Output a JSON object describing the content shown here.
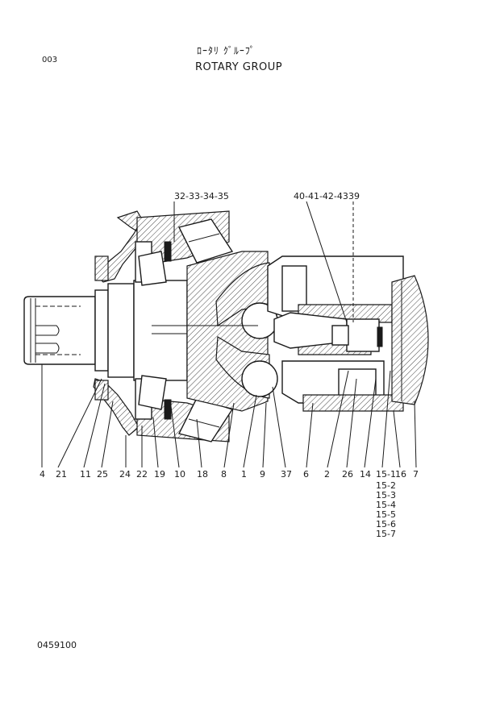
{
  "header": {
    "page_code": "003",
    "title_jp": "ﾛｰﾀﾘ ｸﾞﾙｰﾌﾟ",
    "title_en": "ROTARY GROUP"
  },
  "footer": {
    "drawing_number": "0459100"
  },
  "callouts": {
    "top": [
      "32-33-34-35",
      "40-41-42-43",
      "39"
    ],
    "bottom": [
      "4",
      "21",
      "11",
      "25",
      "24",
      "22",
      "19",
      "10",
      "18",
      "8",
      "1",
      "9",
      "37",
      "6",
      "2",
      "26",
      "14",
      "15-1",
      "16",
      "7"
    ],
    "stacked": [
      "15-2",
      "15-3",
      "15-4",
      "15-5",
      "15-6",
      "15-7"
    ]
  }
}
